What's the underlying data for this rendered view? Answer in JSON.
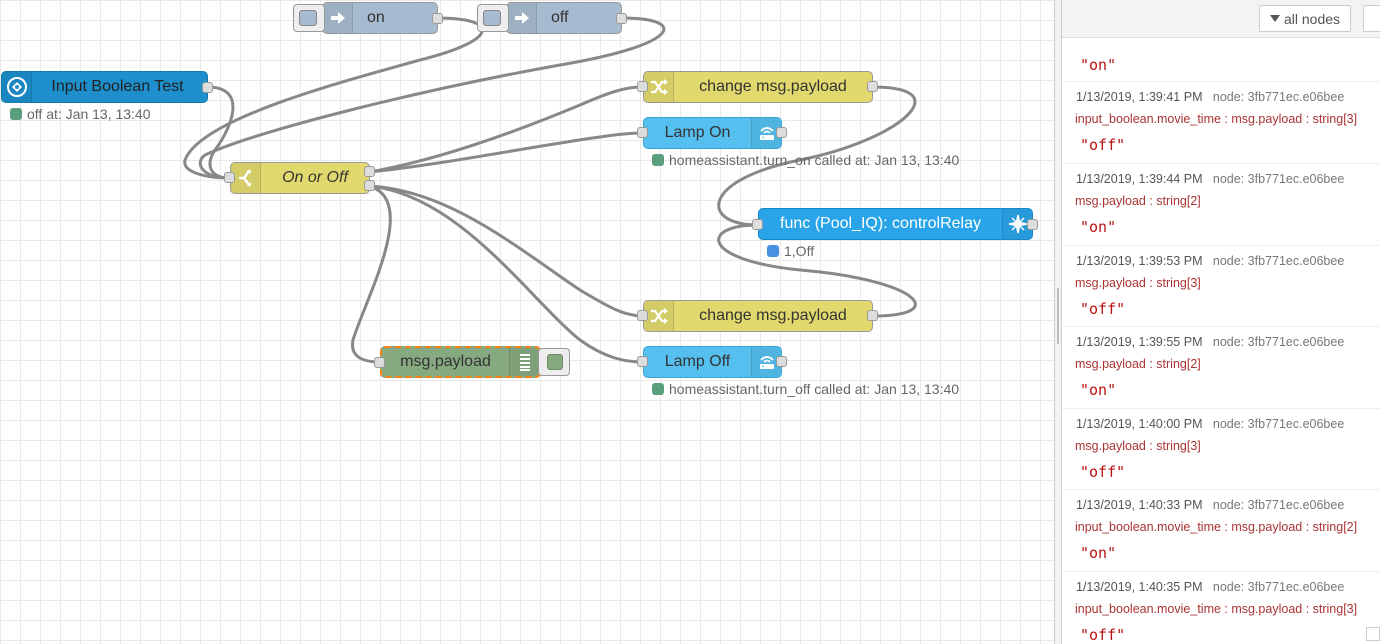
{
  "flow": {
    "nodes": {
      "inject_on": {
        "label": "on"
      },
      "inject_off": {
        "label": "off"
      },
      "input_boolean": {
        "label": "Input Boolean Test",
        "status": "off at: Jan 13, 13:40",
        "status_color": "#5a9f7d"
      },
      "switch": {
        "label": "On or Off"
      },
      "change_1": {
        "label": "change msg.payload"
      },
      "lamp_on": {
        "label": "Lamp On",
        "status": "homeassistant.turn_on called at: Jan 13, 13:40",
        "status_color": "#5a9f7d"
      },
      "func": {
        "label": "func (Pool_IQ): controlRelay",
        "status": "1,Off",
        "status_color": "#4a90e2"
      },
      "change_2": {
        "label": "change msg.payload"
      },
      "debug": {
        "label": "msg.payload"
      },
      "lamp_off": {
        "label": "Lamp Off",
        "status": "homeassistant.turn_off called at: Jan 13, 13:40",
        "status_color": "#5a9f7d"
      }
    },
    "colors": {
      "inject": "#a6bbcf",
      "ha_blue": "#1c8fcc",
      "function_yellow": "#e2d96e",
      "service_blue": "#55c0ef",
      "pool_blue": "#2aa4e8",
      "debug_green": "#87a980",
      "selection_orange": "#ff7f0e"
    }
  },
  "sidebar": {
    "filter_label": "all nodes",
    "messages": [
      {
        "timestamp": "",
        "node": "",
        "topic": "",
        "value": "\"on\""
      },
      {
        "timestamp": "1/13/2019, 1:39:41 PM",
        "node": "node: 3fb771ec.e06bee",
        "topic": "input_boolean.movie_time : msg.payload : string[3]",
        "value": "\"off\""
      },
      {
        "timestamp": "1/13/2019, 1:39:44 PM",
        "node": "node: 3fb771ec.e06bee",
        "topic": "msg.payload : string[2]",
        "value": "\"on\""
      },
      {
        "timestamp": "1/13/2019, 1:39:53 PM",
        "node": "node: 3fb771ec.e06bee",
        "topic": "msg.payload : string[3]",
        "value": "\"off\""
      },
      {
        "timestamp": "1/13/2019, 1:39:55 PM",
        "node": "node: 3fb771ec.e06bee",
        "topic": "msg.payload : string[2]",
        "value": "\"on\""
      },
      {
        "timestamp": "1/13/2019, 1:40:00 PM",
        "node": "node: 3fb771ec.e06bee",
        "topic": "msg.payload : string[3]",
        "value": "\"off\""
      },
      {
        "timestamp": "1/13/2019, 1:40:33 PM",
        "node": "node: 3fb771ec.e06bee",
        "topic": "input_boolean.movie_time : msg.payload : string[2]",
        "value": "\"on\""
      },
      {
        "timestamp": "1/13/2019, 1:40:35 PM",
        "node": "node: 3fb771ec.e06bee",
        "topic": "input_boolean.movie_time : msg.payload : string[3]",
        "value": "\"off\""
      }
    ]
  }
}
